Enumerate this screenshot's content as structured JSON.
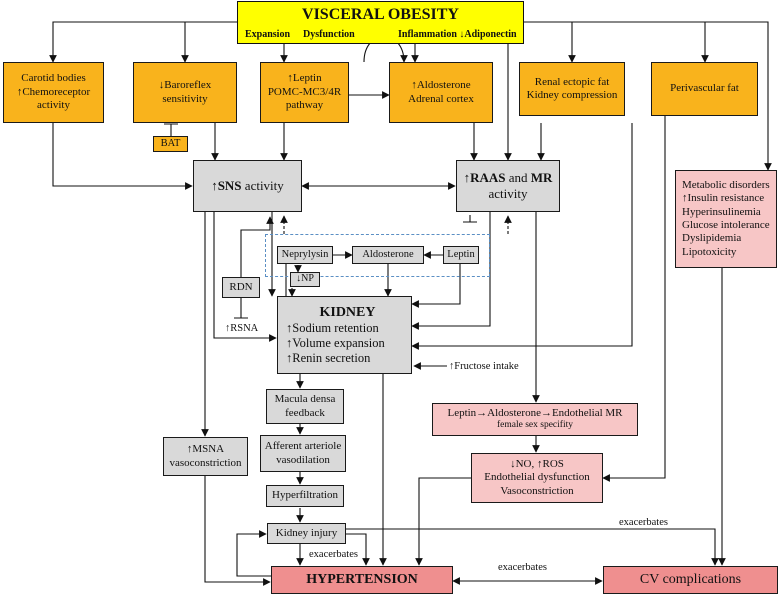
{
  "top": {
    "title": "VISCERAL OBESITY",
    "expansion": "Expansion",
    "dysfunction": "Dysfunction",
    "inflammation": "Inflammation ↓Adiponectin"
  },
  "boxes": {
    "carotid": [
      "Carotid bodies",
      "↑Chemoreceptor",
      "activity"
    ],
    "baroreflex": [
      "↓Baroreflex",
      "sensitivity"
    ],
    "bat": "BAT",
    "leptin_top": [
      "↑Leptin",
      "POMC-MC3/4R",
      "pathway"
    ],
    "aldo_top": [
      "↑Aldosterone",
      "Adrenal cortex"
    ],
    "renal_fat": [
      "Renal ectopic fat",
      "Kidney compression"
    ],
    "perivascular": "Perivascular fat",
    "sns": {
      "pre": "↑",
      "bold": "SNS",
      "post": " activity"
    },
    "raas": {
      "pre": "↑",
      "bold1": "RAAS",
      "mid": " and ",
      "bold2": "MR",
      "line2": "activity"
    },
    "metabolic": [
      "Metabolic disorders",
      "↑Insulin resistance",
      "Hyperinsulinemia",
      "Glucose intolerance",
      "Dyslipidemia",
      "Lipotoxicity"
    ],
    "neprylysin": "Neprylysin",
    "aldosterone": "Aldosterone",
    "leptin_small": "Leptin",
    "np": "↓NP",
    "rdn": "RDN",
    "rsna": "↑RSNA",
    "kidney": {
      "title": "KIDNEY",
      "lines": [
        "↑Sodium retention",
        "↑Volume expansion",
        "↑Renin secretion"
      ]
    },
    "fructose": "↑Fructose intake",
    "macula": [
      "Macula densa",
      "feedback"
    ],
    "afferent": [
      "Afferent arteriole",
      "vasodilation"
    ],
    "hyperfiltration": "Hyperfiltration",
    "kidney_injury": "Kidney injury",
    "msna": [
      "↑MSNA",
      "vasoconstriction"
    ],
    "leptin_chain": [
      "Leptin→Aldosterone→Endothelial MR",
      "female sex specifity"
    ],
    "no_ros": [
      "↓NO, ↑ROS",
      "Endothelial dysfunction",
      "Vasoconstriction"
    ],
    "hypertension": "HYPERTENSION",
    "cv": "CV complications"
  },
  "labels": {
    "exacerbates_injury": "exacerbates",
    "exacerbates_mid": "exacerbates",
    "exacerbates_right": "exacerbates"
  }
}
